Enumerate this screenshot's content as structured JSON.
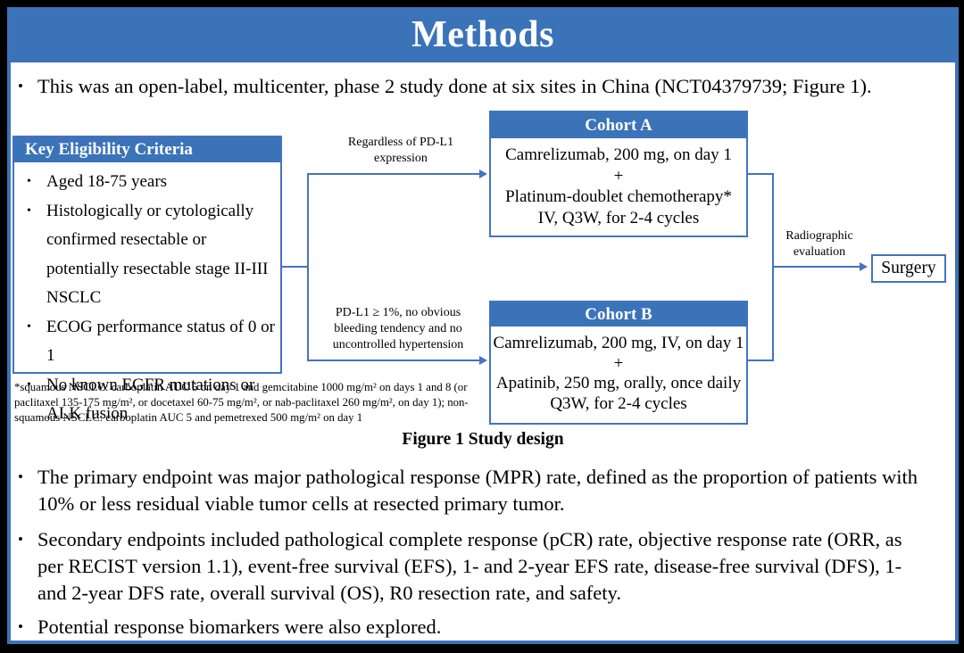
{
  "theme": {
    "colors": {
      "blue": "#3b73b8",
      "line_blue": "#4472c4",
      "frame": "#000000",
      "background": "#ffffff",
      "text": "#000000"
    }
  },
  "glyphs": {
    "bullet": "•"
  },
  "slide": {
    "title": "Methods",
    "intro_bullet": "This was an open-label, multicenter, phase 2 study done at six sites in China (NCT04379739; Figure 1)."
  },
  "figure": {
    "caption": "Figure 1 Study design",
    "eligibility": {
      "title": "Key Eligibility Criteria",
      "items": [
        "Aged 18-75 years",
        "Histologically or cytologically confirmed resectable or potentially resectable stage II-III NSCLC",
        "ECOG performance status of 0 or 1",
        "No known EGFR mutations or ALK fusion"
      ]
    },
    "branch_labels": {
      "cohort_a": "Regardless of PD-L1 expression",
      "cohort_b": "PD-L1 ≥ 1%, no obvious bleeding tendency and no uncontrolled hypertension"
    },
    "cohort_a": {
      "title": "Cohort A",
      "lines": [
        "Camrelizumab, 200 mg, on day 1",
        "+",
        "Platinum-doublet chemotherapy*",
        "IV, Q3W, for 2-4 cycles"
      ]
    },
    "cohort_b": {
      "title": "Cohort B",
      "lines": [
        "Camrelizumab, 200 mg, IV, on day 1",
        "+",
        "Apatinib, 250 mg, orally, once daily",
        "Q3W, for 2-4 cycles"
      ]
    },
    "evaluation_label": "Radiographic evaluation",
    "surgery_label": "Surgery",
    "footnote": "*squamous NSCLC: carboplatin AUC 5 on day 1 and gemcitabine 1000 mg/m² on days 1 and 8 (or paclitaxel 135-175 mg/m², or docetaxel 60-75 mg/m², or nab-paclitaxel 260 mg/m², on day 1); non-squamous NSCLC: carboplatin AUC 5 and pemetrexed 500 mg/m² on day 1"
  },
  "bullets": [
    "The primary endpoint was major pathological response (MPR) rate, defined as the proportion of patients with 10% or less residual viable tumor cells at resected primary tumor.",
    "Secondary endpoints included pathological complete response (pCR) rate, objective response rate (ORR, as per RECIST version 1.1), event-free survival (EFS), 1- and 2-year EFS rate, disease-free survival (DFS), 1- and 2-year DFS rate, overall survival (OS), R0 resection rate, and safety.",
    "Potential response biomarkers were also explored."
  ]
}
